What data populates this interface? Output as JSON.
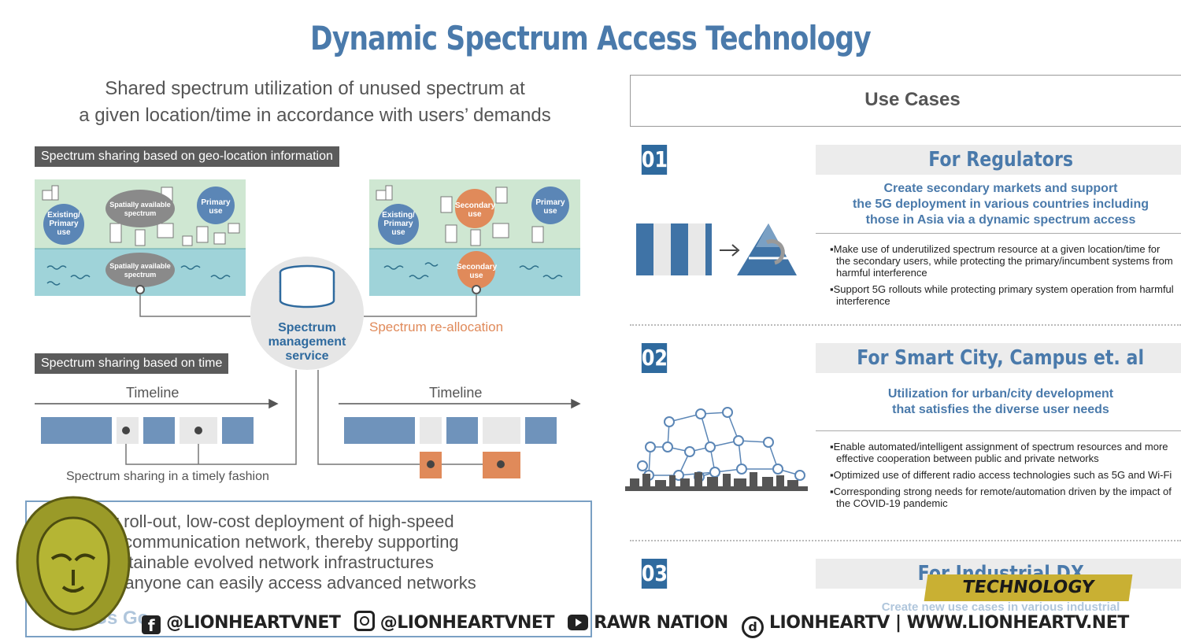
{
  "title": "Dynamic Spectrum Access Technology",
  "subtitle": {
    "line1": "Shared spectrum utilization of unused spectrum at",
    "line2": "a given location/time in accordance with users’ demands"
  },
  "geo": {
    "label": "Spectrum sharing based on geo-location information",
    "left_map": {
      "existing": [
        "Existing/",
        "Primary",
        "use"
      ],
      "spatial_top": [
        "Spatially available",
        "spectrum"
      ],
      "primary": [
        "Primary",
        "use"
      ],
      "spatial_water": [
        "Spatially available",
        "spectrum"
      ]
    },
    "right_map": {
      "existing": [
        "Existing/",
        "Primary",
        "use"
      ],
      "secondary_top": [
        "Secondary",
        "use"
      ],
      "primary": [
        "Primary",
        "use"
      ],
      "secondary_water": [
        "Secondary",
        "use"
      ]
    },
    "reallocation": "Spectrum re-allocation"
  },
  "management": {
    "line1": "Spectrum",
    "line2": "management",
    "line3": "service"
  },
  "time": {
    "label": "Spectrum sharing based on time",
    "timeline_left": "Timeline",
    "timeline_right": "Timeline",
    "timely": "Spectrum sharing in a timely fashion"
  },
  "bottom": {
    "line1": "y roll-out, low-cost deployment of high-speed",
    "line2": "s communication network, thereby supporting",
    "line3": "ustainable evolved network infrastructures",
    "line4": "e anyone can easily access advanced networks",
    "sdgs": "DGs Go"
  },
  "use_cases": {
    "title": "Use Cases",
    "items": [
      {
        "num": "01",
        "heading": "For Regulators",
        "sub": [
          "Create secondary markets and support",
          "the 5G deployment in various countries including",
          "those in Asia via a dynamic spectrum access"
        ],
        "bullets": [
          "▪Make use of underutilized spectrum resource at a given location/time for the secondary users, while protecting the primary/incumbent systems from harmful interference",
          "▪Support 5G rollouts while protecting primary system operation from harmful interference"
        ]
      },
      {
        "num": "02",
        "heading": "For Smart City, Campus et. al",
        "sub": [
          "Utilization for urban/city development",
          "that satisfies the diverse user needs"
        ],
        "bullets": [
          "▪Enable automated/intelligent assignment of spectrum resources and more effective cooperation between public and private networks",
          "▪Optimized use of different radio access technologies such as 5G and Wi-Fi",
          "▪Corresponding strong needs for remote/automation driven by the impact of the COVID-19 pandemic"
        ]
      },
      {
        "num": "03",
        "heading": "For Industrial DX",
        "sub": [
          "Create new use cases in various industrial"
        ]
      }
    ]
  },
  "watermark": {
    "badge": "TECHNOLOGY",
    "facebook": "@LIONHEARTVNET",
    "instagram": "@LIONHEARTVNET",
    "youtube": "RAWR NATION",
    "site": "LIONHEARTV | WWW.LIONHEARTV.NET"
  },
  "colors": {
    "accent": "#4a7aab",
    "dark_blue": "#2f6a9e",
    "orange": "#e08a5a",
    "land": "#cfe7d2",
    "water": "#9fd3d9"
  }
}
